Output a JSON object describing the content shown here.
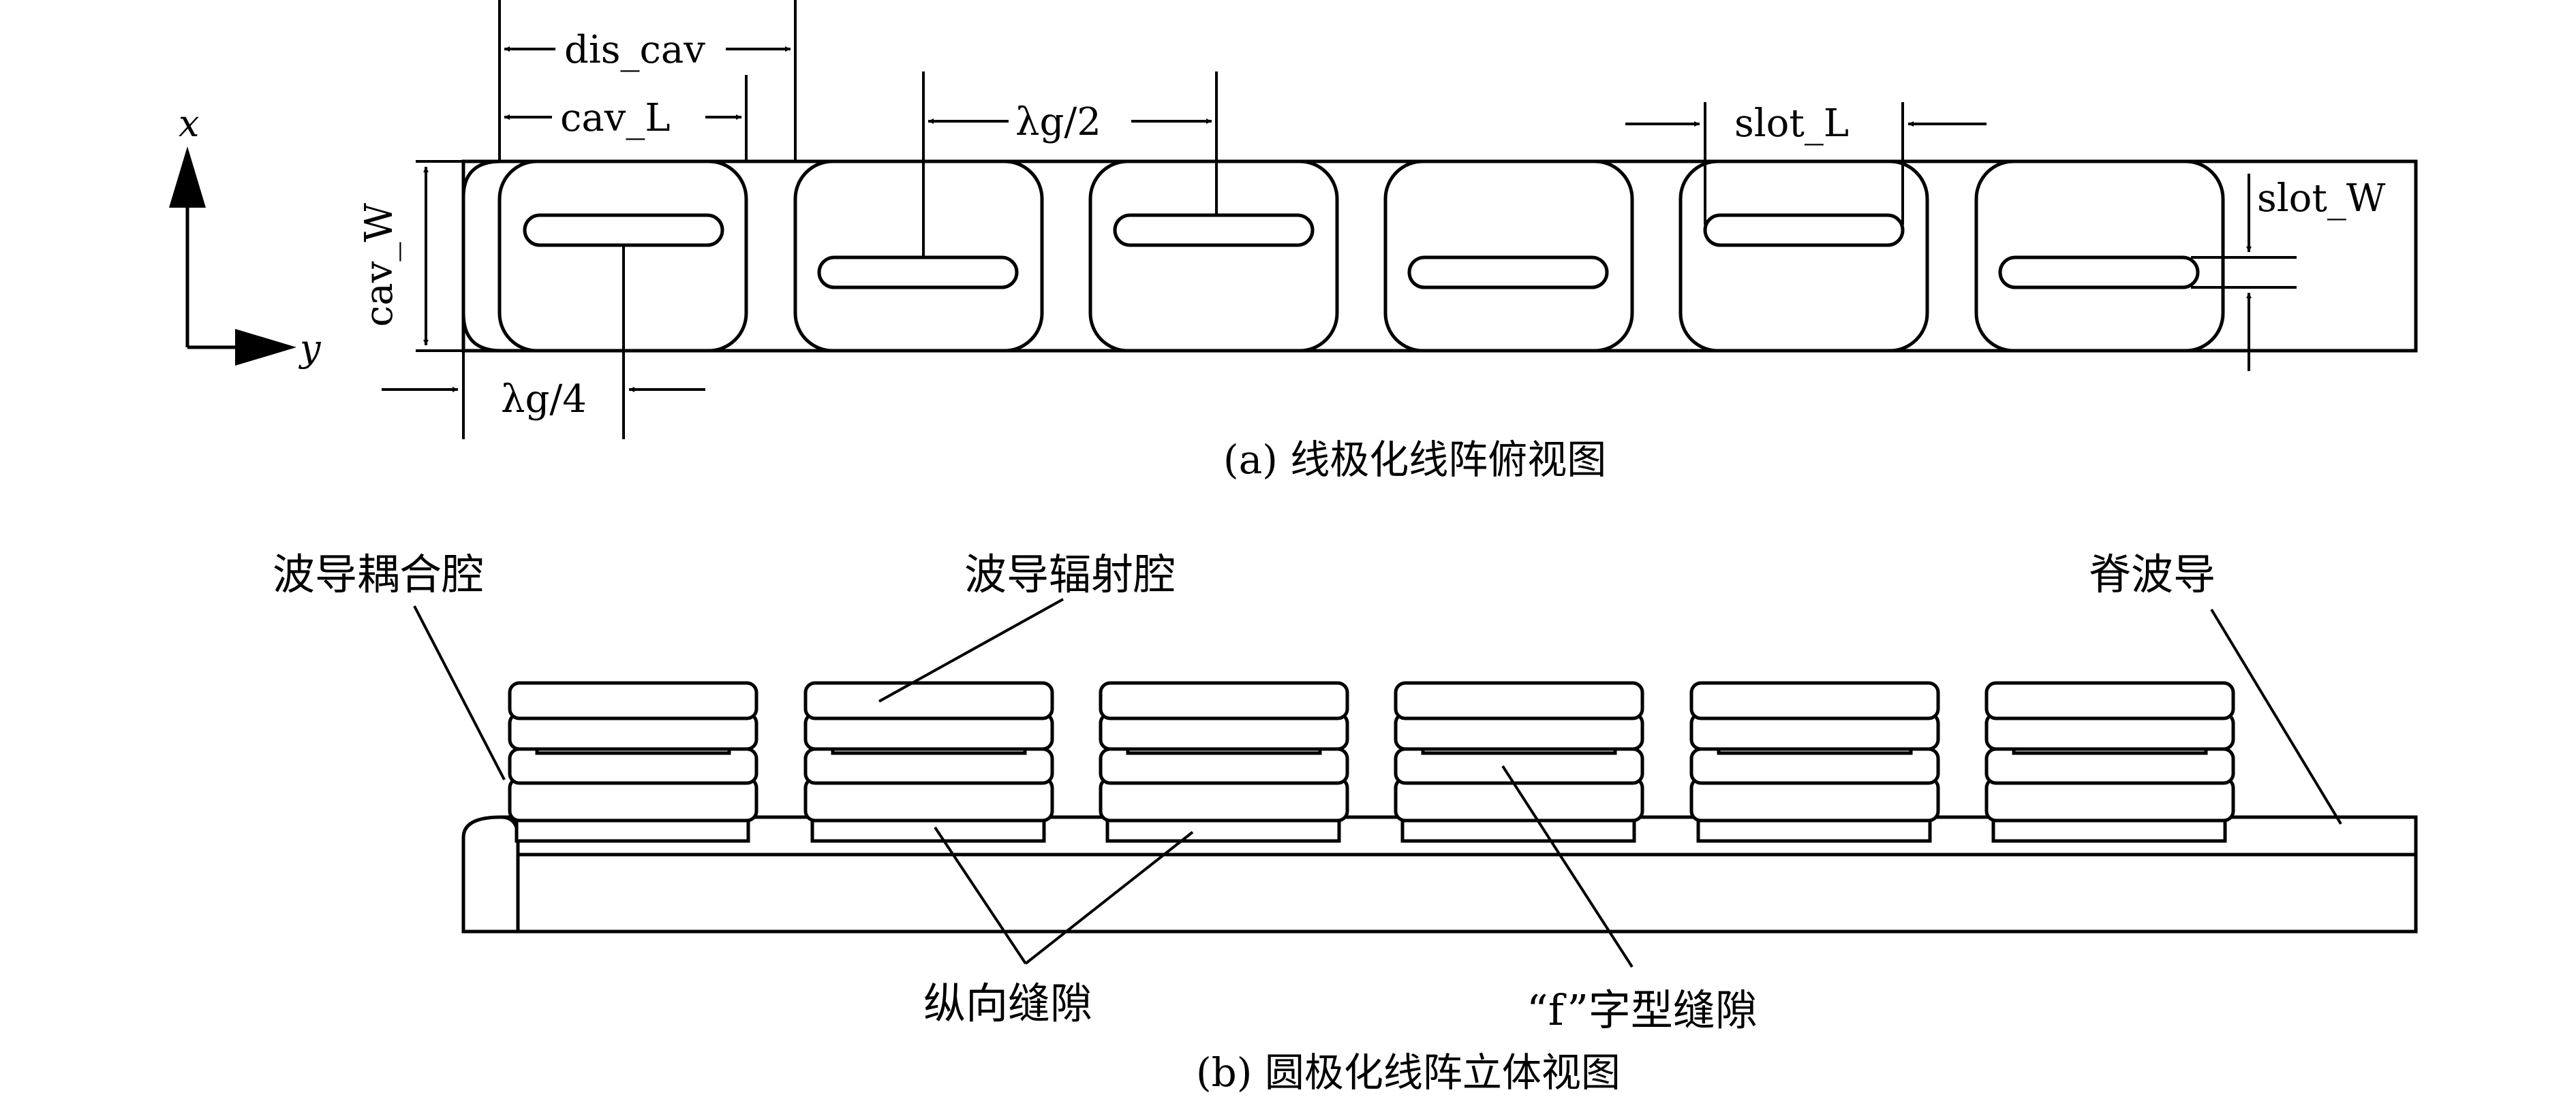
{
  "top_view": {
    "axis_x": "x",
    "axis_y": "y",
    "dis_cav": "dis_cav",
    "cav_L": "cav_L",
    "cav_W": "cav_W",
    "half_lambda": "λg/2",
    "quarter_lambda": "λg/4",
    "slot_L": "slot_L",
    "slot_W": "slot_W",
    "caption": "(a) 线极化线阵俯视图"
  },
  "iso_view": {
    "coupling_cavity": "波导耦合腔",
    "radiating_cavity": "波导辐射腔",
    "ridge_waveguide": "脊波导",
    "longitudinal_slot": "纵向缝隙",
    "f_slot": "“f”字型缝隙",
    "caption": "(b) 圆极化线阵立体视图"
  },
  "colors": {
    "line": "#000000",
    "background": "#ffffff"
  }
}
